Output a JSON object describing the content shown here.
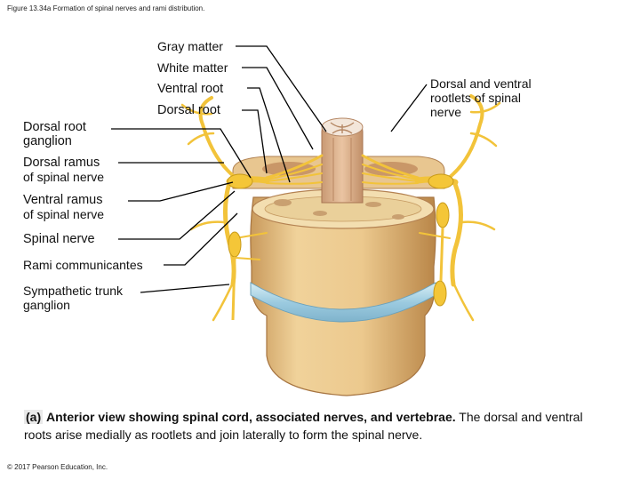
{
  "figure_title": "Figure 13.34a Formation of spinal nerves and rami distribution.",
  "labels": {
    "gray_matter": "Gray matter",
    "white_matter": "White matter",
    "ventral_root": "Ventral root",
    "dorsal_root": "Dorsal root",
    "dorsal_root_ganglion": "Dorsal root\nganglion",
    "dorsal_ramus": "Dorsal ramus",
    "dorsal_ramus_sub": "of spinal nerve",
    "ventral_ramus": "Ventral ramus",
    "ventral_ramus_sub": "of spinal nerve",
    "spinal_nerve": "Spinal nerve",
    "rami_communicantes": "Rami communicantes",
    "sympathetic_trunk_ganglion": "Sympathetic trunk\nganglion",
    "dorsal_ventral_rootlets": "Dorsal and ventral\nrootlets of spinal\nnerve"
  },
  "caption": {
    "tag": "(a)",
    "bold_text": "Anterior view showing spinal cord, associated nerves, and vertebrae.",
    "rest_text": "The dorsal and ventral roots arise medially as rootlets and join laterally to form the spinal nerve."
  },
  "copyright": "© 2017 Pearson Education, Inc.",
  "colors": {
    "nerve": "#f2c33a",
    "bone": "#e9c48c",
    "bone_dark": "#b7864c",
    "disc": "#a9d4e6",
    "cord": "#d8ad88"
  }
}
